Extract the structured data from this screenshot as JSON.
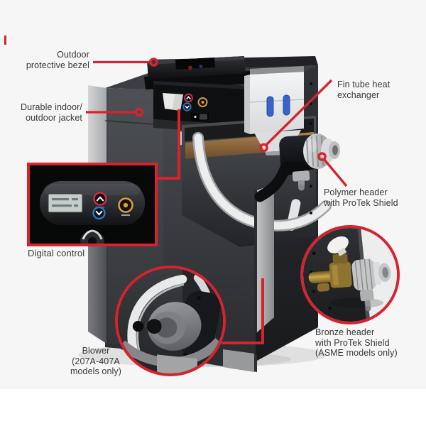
{
  "image_type": "annotated-product-cutaway-diagram",
  "product": "pool-heater",
  "colors": {
    "callout_red": "#d6232e",
    "label_text": "#3a3a3c",
    "background_upper": "#f6f6f7",
    "background_lower": "#ffffff",
    "jacket_dark": "#2f3236",
    "silver_trim": "#c9cacc",
    "copper_fin_tube": "#9a744a",
    "brass_header": "#b08c3e",
    "blue_clip": "#3a63c8"
  },
  "callouts": [
    {
      "id": "outdoor-protective-bezel",
      "label": "Outdoor\nprotective bezel"
    },
    {
      "id": "durable-jacket",
      "label": "Durable indoor/\noutdoor jacket"
    },
    {
      "id": "digital-control",
      "label": "Digital control"
    },
    {
      "id": "fin-tube-heat-exchanger",
      "label": "Fin tube heat\nexchanger"
    },
    {
      "id": "polymer-header",
      "label": "Polymer header\nwith ProTek Shield"
    },
    {
      "id": "bronze-header",
      "label": "Bronze header\nwith ProTek Shield\n(ASME models only)"
    },
    {
      "id": "blower",
      "label": "Blower\n(207A-407A\nmodels only)"
    }
  ],
  "control_panel_icons": [
    {
      "name": "temp-up-button-icon",
      "glyph": "chevron-up",
      "color": "#c42f49"
    },
    {
      "name": "temp-down-button-icon",
      "glyph": "chevron-down",
      "color": "#2f70ba"
    },
    {
      "name": "power-button-icon",
      "glyph": "ring-dot",
      "color": "#d09b36"
    }
  ]
}
